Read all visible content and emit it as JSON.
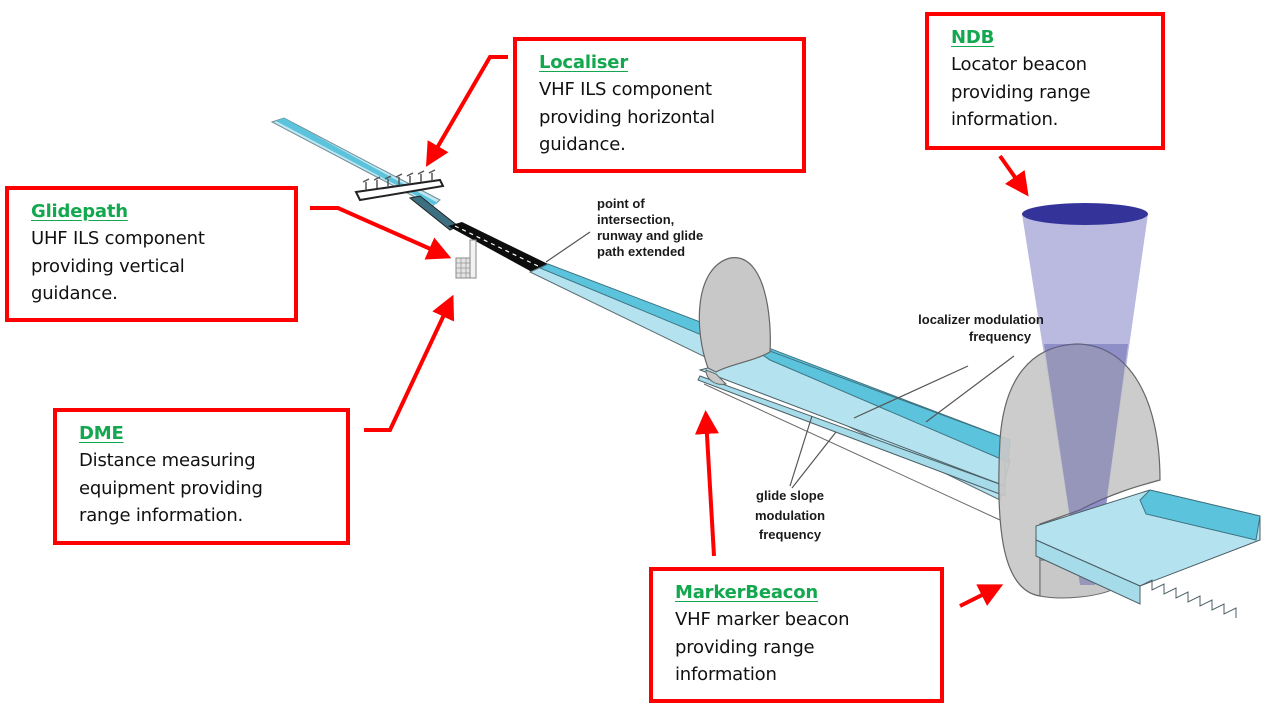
{
  "title": "Instrument Landing System components",
  "colors": {
    "callout_border": "#ff0000",
    "callout_title": "#13a84f",
    "arrow": "#ff0000",
    "localizer_beam": "#5bc3dc",
    "glide_beam": "#b4e3ef",
    "marker_lobe": "#c8c8c8",
    "ndb_cone": "#3a3a9a"
  },
  "callouts": [
    {
      "id": "localiser",
      "title": "Localiser",
      "lines": [
        "VHF ILS component",
        "providing horizontal",
        "guidance."
      ]
    },
    {
      "id": "ndb",
      "title": "NDB",
      "lines": [
        "Locator beacon",
        "providing range",
        "information."
      ]
    },
    {
      "id": "glidepath",
      "title": "Glidepath",
      "lines": [
        "UHF ILS component",
        "providing vertical",
        "guidance."
      ]
    },
    {
      "id": "dme",
      "title": "DME",
      "lines": [
        "Distance measuring",
        "equipment providing",
        "range information."
      ]
    },
    {
      "id": "marker_beacon",
      "title": "MarkerBeacon",
      "lines": [
        "VHF marker beacon",
        "providing range",
        "information"
      ]
    }
  ],
  "diagram_labels": {
    "intersection": [
      "point of",
      "intersection,",
      "runway and glide",
      "path extended"
    ],
    "localizer_freq": [
      "localizer modulation",
      "frequency"
    ],
    "glide_freq": [
      "glide slope",
      "modulation",
      "frequency"
    ]
  }
}
